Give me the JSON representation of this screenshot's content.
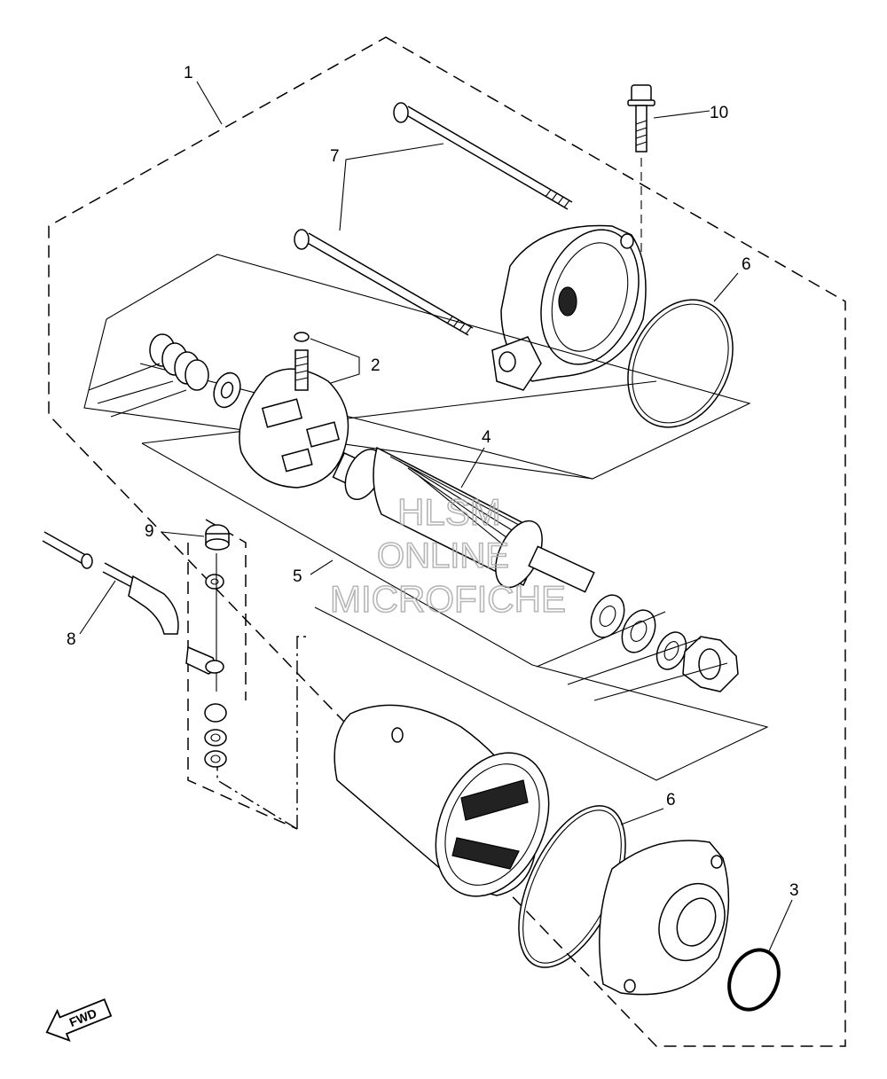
{
  "callouts": [
    {
      "id": "1",
      "label": "1"
    },
    {
      "id": "2",
      "label": "2"
    },
    {
      "id": "3",
      "label": "3"
    },
    {
      "id": "4",
      "label": "4"
    },
    {
      "id": "5",
      "label": "5"
    },
    {
      "id": "6a",
      "label": "6"
    },
    {
      "id": "6b",
      "label": "6"
    },
    {
      "id": "7",
      "label": "7"
    },
    {
      "id": "8",
      "label": "8"
    },
    {
      "id": "9",
      "label": "9"
    },
    {
      "id": "10",
      "label": "10"
    }
  ],
  "watermark": {
    "line1": "HLSM",
    "line2": "ONLINE",
    "line3": "MICROFICHE"
  },
  "direction_badge": {
    "label": "FWD"
  }
}
